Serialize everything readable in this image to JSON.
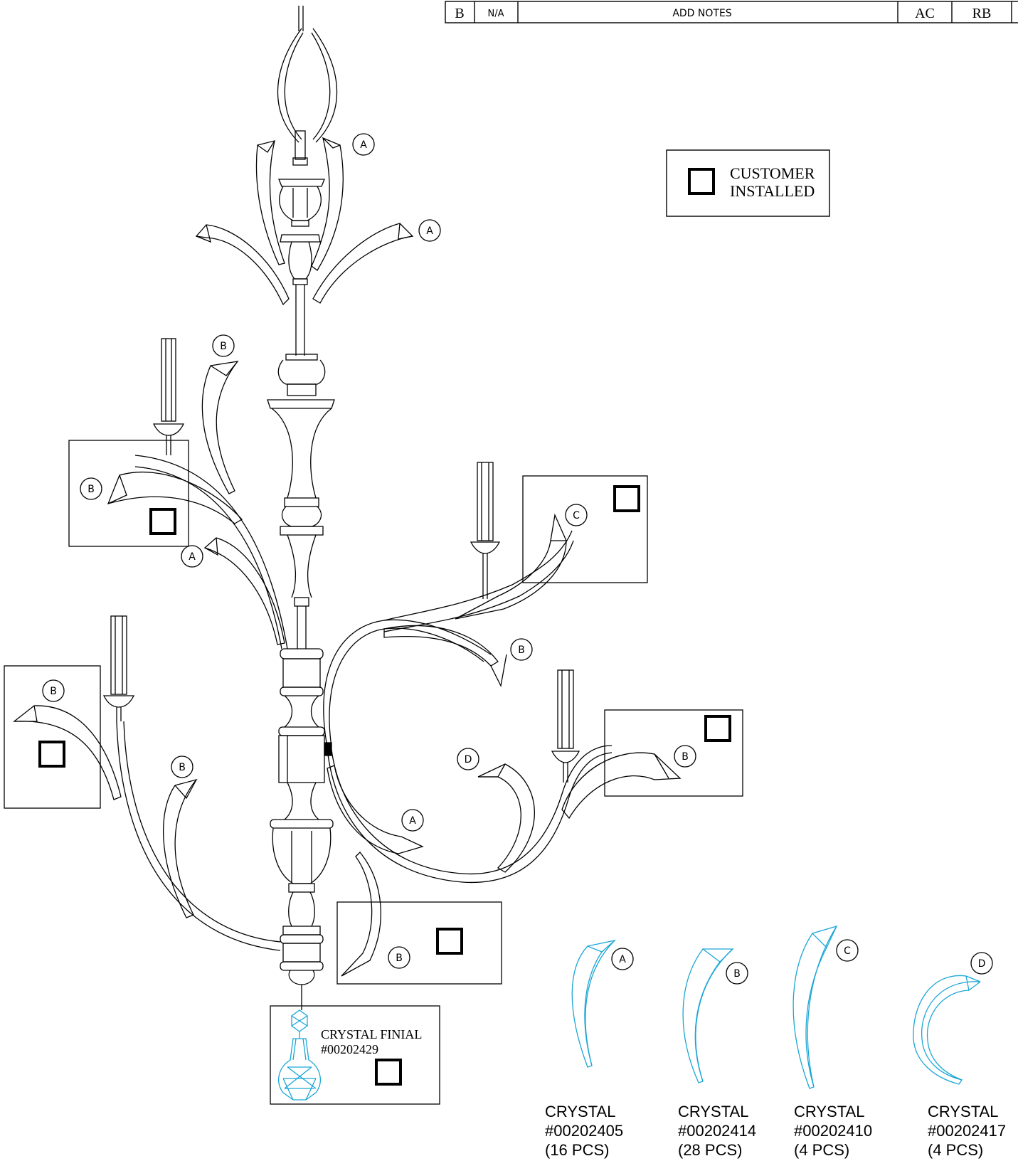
{
  "title_block": {
    "rev": "B",
    "ref": "N/A",
    "description": "ADD NOTES",
    "drawn_by": "AC",
    "checked_by": "RB"
  },
  "legend": {
    "line1": "CUSTOMER",
    "line2": "INSTALLED"
  },
  "finial": {
    "line1": "CRYSTAL FINIAL",
    "line2": "#00202429"
  },
  "callout_letters": [
    "A",
    "A",
    "B",
    "B",
    "A",
    "C",
    "B",
    "B",
    "B",
    "D",
    "B",
    "A",
    "B"
  ],
  "crystals": [
    {
      "letter": "A",
      "name": "CRYSTAL",
      "part": "#00202405",
      "qty": "(16 PCS)"
    },
    {
      "letter": "B",
      "name": "CRYSTAL",
      "part": "#00202414",
      "qty": "(28 PCS)"
    },
    {
      "letter": "C",
      "name": "CRYSTAL",
      "part": "#00202410",
      "qty": "(4 PCS)"
    },
    {
      "letter": "D",
      "name": "CRYSTAL",
      "part": "#00202417",
      "qty": "(4 PCS)"
    }
  ],
  "colors": {
    "line": "#000000",
    "crystal": "#1aa6d6"
  }
}
